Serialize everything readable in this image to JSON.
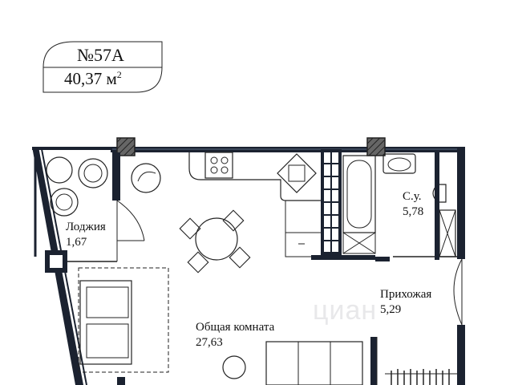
{
  "apartment": {
    "number": "№57А",
    "area_value": "40,37 м",
    "area_unit_sup": "2"
  },
  "rooms": {
    "loggia": {
      "name": "Лоджия",
      "area": "1,67"
    },
    "bathroom": {
      "name": "С.у.",
      "area": "5,78"
    },
    "hallway": {
      "name": "Прихожая",
      "area": "5,29"
    },
    "living": {
      "name": "Общая комната",
      "area": "27,63"
    }
  },
  "watermark": "циан",
  "colors": {
    "wall": "#1b2230",
    "line": "#222222",
    "column": "#555555"
  }
}
